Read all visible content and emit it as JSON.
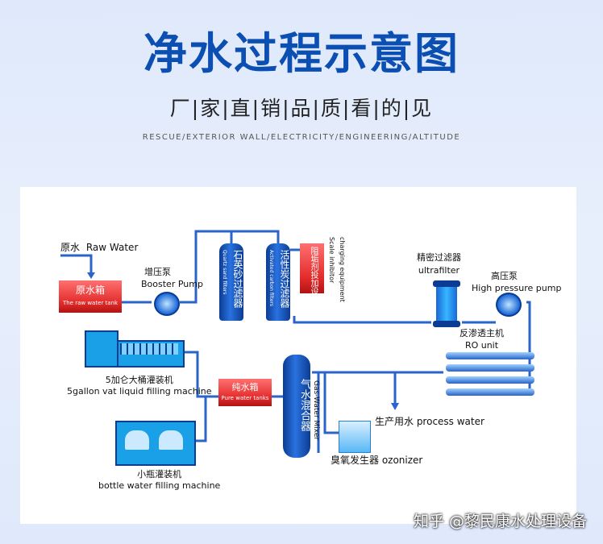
{
  "header": {
    "title": "净水过程示意图",
    "subtitle": "厂|家|直|销|品|质|看|的|见",
    "caption": "RESCUE/EXTERIOR WALL/ELECTRICITY/ENGINEERING/ALTITUDE"
  },
  "diagram": {
    "raw_water": "原水",
    "raw_water_en": "Raw Water",
    "raw_tank": "原水箱",
    "raw_tank_en": "The raw water tank",
    "booster_pump": "增压泵",
    "booster_pump_en": "Booster Pump",
    "quartz_filter": "石英砂过滤器",
    "quartz_filter_en": "Quartz sand filters",
    "carbon_filter": "活性炭过滤器",
    "carbon_filter_en": "Activated carbon filters",
    "scale_inhibitor": "阻垢剂投加设备",
    "scale_inhibitor_en_1": "Scale inhibitor",
    "scale_inhibitor_en_2": "charging equipment",
    "precision_filter": "精密过滤器",
    "precision_filter_en": "ultrafilter",
    "high_pressure_pump": "高压泵",
    "high_pressure_pump_en": "High pressure pump",
    "ro_unit": "反渗透主机",
    "ro_unit_en": "RO unit",
    "process_water": "生产用水 process water",
    "ozonizer": "臭氧发生器 ozonizer",
    "gas_water_mixer": "气水混合器",
    "gas_water_mixer_en": "Gas-Water Mixer",
    "pure_tank": "纯水箱",
    "pure_tank_en": "Pure water tanks",
    "gallon_machine": "5加仑大桶灌装机",
    "gallon_machine_en": "5gallon vat liquid filling machine",
    "bottle_machine": "小瓶灌装机",
    "bottle_machine_en": "bottle water filling machine"
  },
  "watermark": "知乎 @黎民康水处理设备",
  "colors": {
    "title_blue": "#0c4fb3",
    "pipe_blue": "#2a63c9",
    "tank_red": "#e22a2a",
    "machine_blue": "#1aa0e6"
  }
}
